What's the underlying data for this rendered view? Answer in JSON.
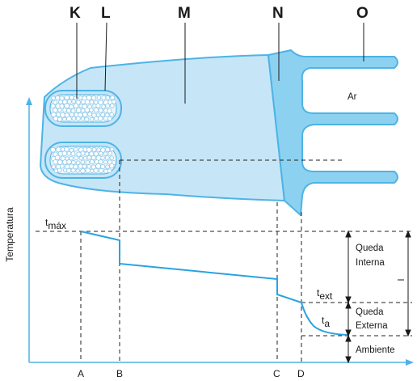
{
  "component_labels": {
    "k": "K",
    "l": "L",
    "m": "M",
    "n": "N",
    "o": "O"
  },
  "air_label": "Ar",
  "y_axis_label": "Temperatura",
  "t_max": {
    "base": "t",
    "sub": "máx"
  },
  "t_ext": {
    "base": "t",
    "sub": "ext"
  },
  "t_a": {
    "base": "t",
    "sub": "a"
  },
  "x_ticks": [
    "A",
    "B",
    "C",
    "D"
  ],
  "drops": {
    "internal_line1": "Queda",
    "internal_line2": "Interna",
    "external_line1": "Queda",
    "external_line2": "Externa",
    "ambient": "Ambiente"
  },
  "colors": {
    "body_fill": "#c6e6f7",
    "fin_fill": "#8dd1f1",
    "outline": "#4db3e6",
    "axis": "#4db3e6",
    "profile": "#2aa3df",
    "dashed": "#222222"
  }
}
